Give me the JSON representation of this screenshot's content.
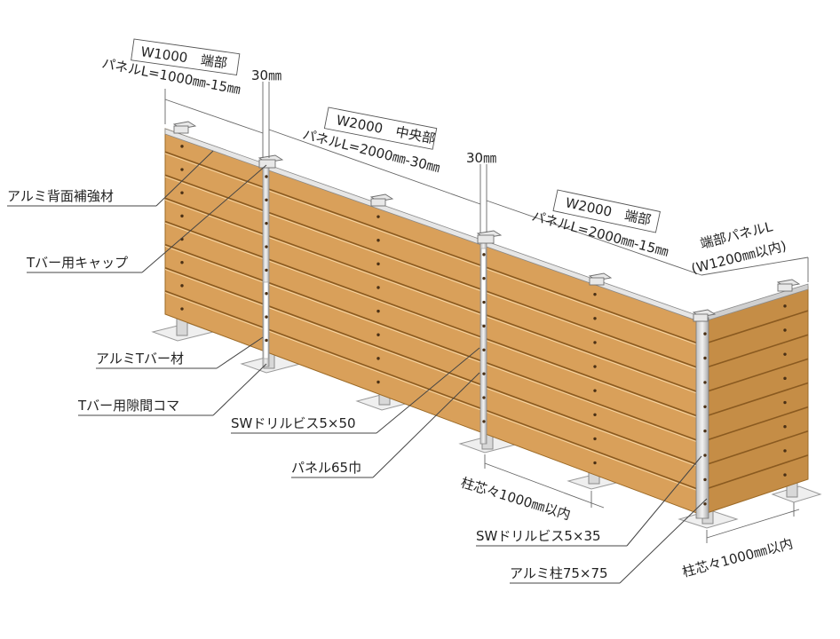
{
  "colors": {
    "wood": "#d9a05a",
    "wood_side": "#c58d46",
    "wood_edge": "#9c6a26",
    "gap": "#8a5a20",
    "aluminum": "#d8d8d8",
    "aluminum_dark": "#9a9a9a",
    "footing": "#efefef"
  },
  "labels": {
    "section1_w": "W1000　端部",
    "section1_l": "パネルL=1000㎜-15㎜",
    "gap1": "30㎜",
    "section2_w": "W2000　中央部",
    "section2_l": "パネルL=2000㎜-30㎜",
    "gap2": "30㎜",
    "section3_w": "W2000　端部",
    "section3_l": "パネルL=2000㎜-15㎜",
    "end_panel_1": "端部パネルL",
    "end_panel_2": "(W1200㎜以内)",
    "back_reinforce": "アルミ背面補強材",
    "t_cap": "Tバー用キャップ",
    "t_bar": "アルミTバー材",
    "t_spacer": "Tバー用隙間コマ",
    "sw_screw_50": "SWドリルビス5×50",
    "panel_65": "パネル65巾",
    "pitch_front": "柱芯々1000㎜以内",
    "sw_screw_35": "SWドリルビス5×35",
    "al_post": "アルミ柱75×75",
    "pitch_side": "柱芯々1000㎜以内"
  }
}
